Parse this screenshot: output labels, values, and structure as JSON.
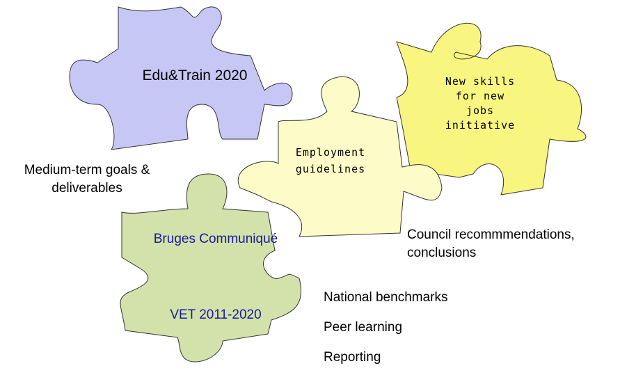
{
  "colors": {
    "purple": "#c7c7f6",
    "pale_yellow": "#fdfcc8",
    "yellow": "#f8f580",
    "green": "#d3e2ab",
    "outline": "#333333",
    "blue_text": "#1a1a9a"
  },
  "pieces": {
    "edu_train": "Edu&Train 2020",
    "new_skills": [
      "New skills",
      "for new",
      "jobs",
      "initiative"
    ],
    "employment": [
      "Employment",
      "guidelines"
    ],
    "bruges": "Bruges Communiqué",
    "vet": "VET 2011-2020"
  },
  "labels": {
    "medium_term": [
      "Medium-term goals &",
      "deliverables"
    ],
    "council": [
      "Council recommmendations,",
      "conclusions"
    ],
    "benchmarks": "National benchmarks",
    "peer": "Peer learning",
    "reporting": "Reporting"
  }
}
